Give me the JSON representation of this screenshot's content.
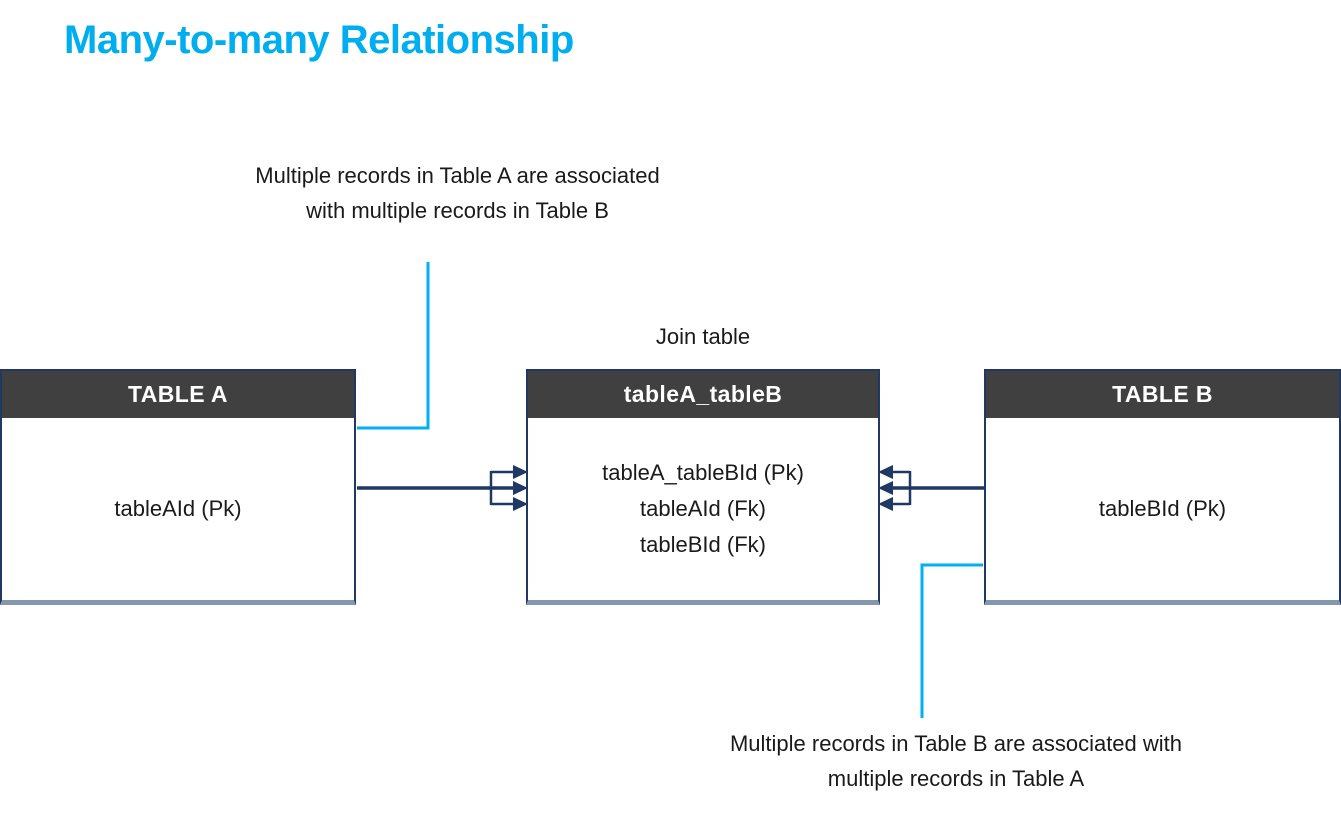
{
  "title": "Many-to-many Relationship",
  "annotations": {
    "top": {
      "line1": "Multiple records in Table A are associated",
      "line2": "with multiple records in Table B"
    },
    "bottom": {
      "line1": "Multiple records in Table B are associated with",
      "line2": "multiple records in Table A"
    }
  },
  "join_label": "Join table",
  "tables": {
    "table_a": {
      "header": "TABLE A",
      "fields": [
        "tableAId (Pk)"
      ]
    },
    "join": {
      "header": "tableA_tableB",
      "fields": [
        "tableA_tableBId (Pk)",
        "tableAId (Fk)",
        "tableBId (Fk)"
      ]
    },
    "table_b": {
      "header": "TABLE B",
      "fields": [
        "tableBId (Pk)"
      ]
    }
  },
  "colors": {
    "title_blue": "#00AEEF",
    "connector_cyan": "#00B0F0",
    "connector_navy": "#1F3864",
    "header_bg": "#404040",
    "box_bottom_border": "#8496B0"
  }
}
